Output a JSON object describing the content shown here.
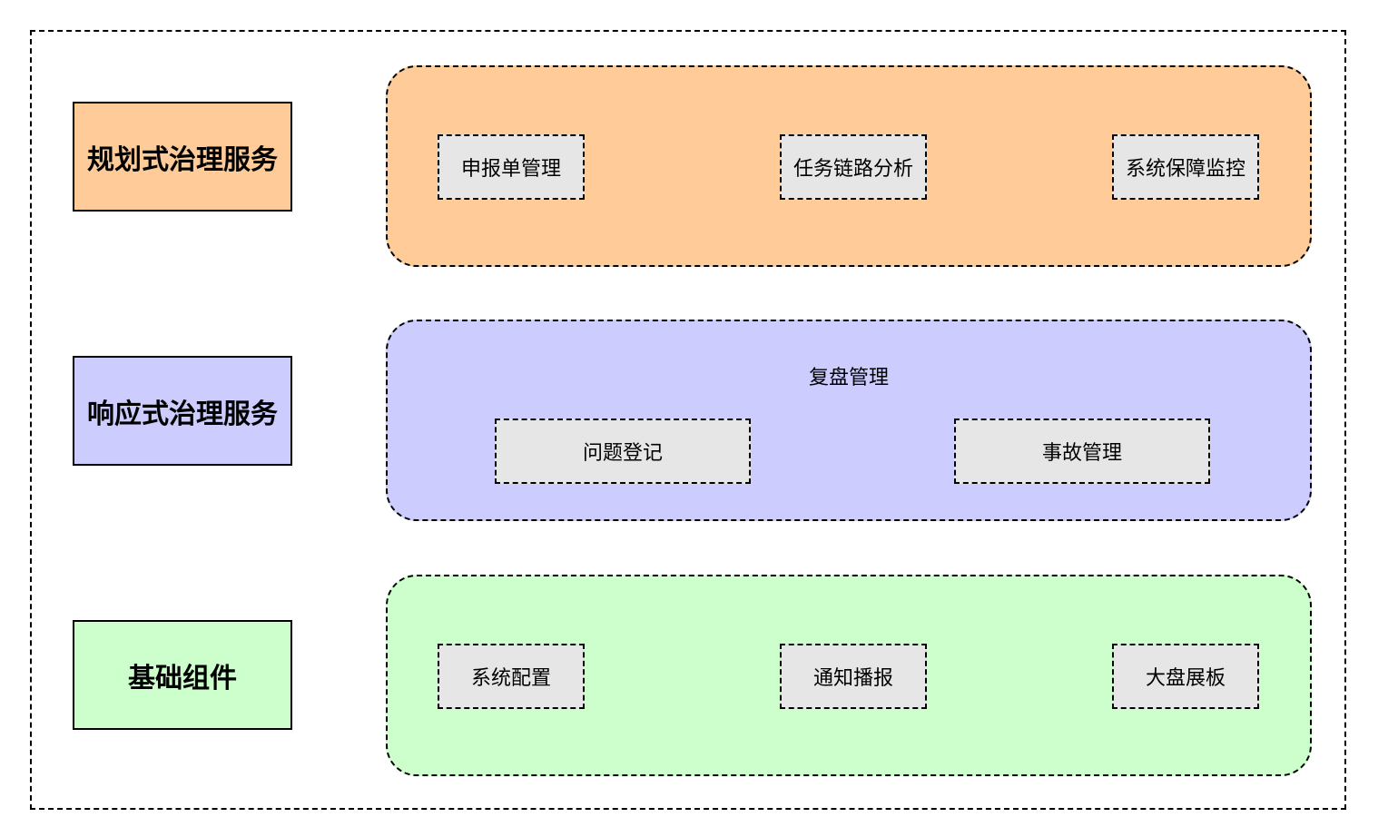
{
  "colors": {
    "planning": "#ffcc99",
    "response": "#ccccff",
    "base": "#ccffcc",
    "module": "#e6e6e6"
  },
  "layers": {
    "planning": {
      "label": "规划式治理服务",
      "modules": [
        "申报单管理",
        "任务链路分析",
        "系统保障监控"
      ]
    },
    "response": {
      "label": "响应式治理服务",
      "group_title": "复盘管理",
      "modules": [
        "问题登记",
        "事故管理"
      ]
    },
    "base": {
      "label": "基础组件",
      "modules": [
        "系统配置",
        "通知播报",
        "大盘展板"
      ]
    }
  }
}
